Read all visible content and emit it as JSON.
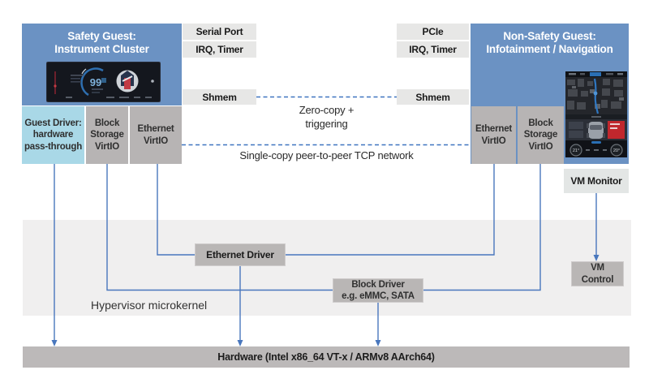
{
  "colors": {
    "guest_blue": "#6b92c3",
    "guest_driver_blue": "#a9d8e7",
    "virtio_gray": "#b7b4b4",
    "port_gray": "#e7e7e6",
    "driver_gray": "#b9b6b5",
    "vm_monitor_gray": "#e3e6e5",
    "hypervisor_band": "#f0efef",
    "hardware_band": "#bcb9b9",
    "connector_blue": "#4977bd"
  },
  "safety_guest": {
    "title_line1": "Safety Guest:",
    "title_line2": "Instrument Cluster",
    "cluster_speed": "99"
  },
  "non_safety_guest": {
    "title_line1": "Non-Safety Guest:",
    "title_line2": "Infotainment / Navigation",
    "temp_left": "21°",
    "temp_right": "20°"
  },
  "ports_left": {
    "serial": "Serial Port",
    "irq_timer": "IRQ, Timer",
    "shmem": "Shmem"
  },
  "ports_right": {
    "pcie": "PCIe",
    "irq_timer": "IRQ, Timer",
    "shmem": "Shmem"
  },
  "blocks": {
    "guest_driver": {
      "lines": [
        "Guest Driver:",
        "hardware",
        "pass-through"
      ]
    },
    "block_storage_left": {
      "lines": [
        "Block",
        "Storage",
        "VirtIO"
      ]
    },
    "ethernet_left": {
      "lines": [
        "Ethernet",
        "VirtIO"
      ]
    },
    "ethernet_right": {
      "lines": [
        "Ethernet",
        "VirtIO"
      ]
    },
    "block_storage_right": {
      "lines": [
        "Block",
        "Storage",
        "VirtIO"
      ]
    },
    "vm_monitor": "VM Monitor"
  },
  "connections": {
    "zero_copy_line1": "Zero-copy +",
    "zero_copy_line2": "triggering",
    "single_copy": "Single-copy peer-to-peer TCP network"
  },
  "hypervisor": {
    "label": "Hypervisor microkernel",
    "ethernet_driver": "Ethernet Driver",
    "block_driver_line1": "Block Driver",
    "block_driver_line2": "e.g. eMMC, SATA",
    "vm_control_line1": "VM",
    "vm_control_line2": "Control"
  },
  "hardware": {
    "label": "Hardware (Intel x86_64 VT-x / ARMv8 AArch64)"
  }
}
